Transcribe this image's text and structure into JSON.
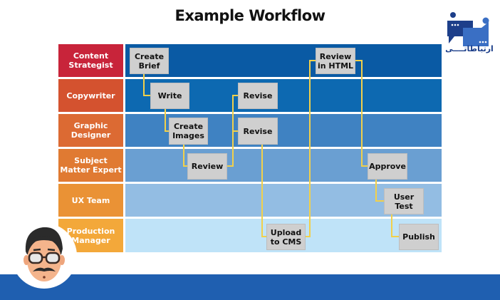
{
  "title": "Example Workflow",
  "logo": {
    "icon": "chat-bubbles-logo-icon",
    "text": "ارتباطاتــــی"
  },
  "lanes": [
    {
      "label": "Content\nStrategist",
      "label_color": "#c8243a",
      "bg_color": "#0a5aa4"
    },
    {
      "label": "Copywriter",
      "label_color": "#d4522f",
      "bg_color": "#0d69b1"
    },
    {
      "label": "Graphic\nDesigner",
      "label_color": "#dc6a33",
      "bg_color": "#3f82c2"
    },
    {
      "label": "Subject\nMatter Expert",
      "label_color": "#e07a32",
      "bg_color": "#6a9fd2"
    },
    {
      "label": "UX Team",
      "label_color": "#ea9235",
      "bg_color": "#93bde3"
    },
    {
      "label": "Production\nManager",
      "label_color": "#f3a83a",
      "bg_color": "#bfe3f8"
    }
  ],
  "steps": [
    {
      "id": "create-brief",
      "label": "Create\nBrief",
      "lane": 0
    },
    {
      "id": "write",
      "label": "Write",
      "lane": 1
    },
    {
      "id": "create-images",
      "label": "Create\nImages",
      "lane": 2
    },
    {
      "id": "review",
      "label": "Review",
      "lane": 3
    },
    {
      "id": "revise-copy",
      "label": "Revise",
      "lane": 1
    },
    {
      "id": "revise-design",
      "label": "Revise",
      "lane": 2
    },
    {
      "id": "upload-to-cms",
      "label": "Upload\nto CMS",
      "lane": 5
    },
    {
      "id": "review-in-html",
      "label": "Review\nin HTML",
      "lane": 0
    },
    {
      "id": "approve",
      "label": "Approve",
      "lane": 3
    },
    {
      "id": "user-test",
      "label": "User Test",
      "lane": 4
    },
    {
      "id": "publish",
      "label": "Publish",
      "lane": 5
    }
  ],
  "connector_color": "#f2d04a",
  "footer_color": "#1f5fb0",
  "avatar": {
    "icon": "cartoon-man-with-glasses-avatar"
  }
}
